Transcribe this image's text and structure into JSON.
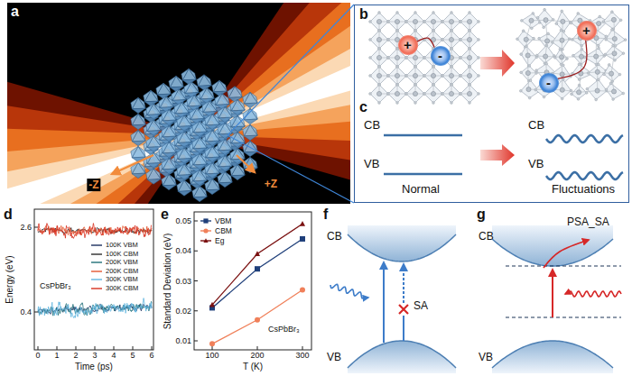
{
  "diagram": {
    "nodes": [
      {
        "text": [
          "b",
          "c",
          "CB",
          "VB",
          "Normal",
          "CB",
          "VB",
          "Fluctuations"
        ]
      },
      {
        "text": [
          "+"
        ],
        "in": 0
      },
      {
        "text": [
          "-"
        ],
        "in": 0
      },
      {
        "text": [
          "+"
        ],
        "in": 0
      },
      {
        "text": [
          "-"
        ],
        "in": 0
      }
    ],
    "edges": [
      {
        "from": 1,
        "to": 2,
        "arrow": "none"
      },
      {
        "from": 3,
        "to": 4,
        "arrow": "none"
      }
    ],
    "labels": [
      "a",
      "+Z",
      "-Z",
      "d",
      "Energy (eV)",
      "2.6",
      "0.4",
      "0",
      "1",
      "2",
      "3",
      "4",
      "5",
      "6",
      "Time (ps)",
      "CsPbBr₃",
      "e",
      "Standard Deviation (eV)",
      "0.01",
      "0.02",
      "0.03",
      "0.04",
      "0.05",
      "100",
      "200",
      "300",
      "T (K)",
      "CsPbBr₃",
      "f",
      "CB",
      "VB",
      "SA",
      "g",
      "CB",
      "VB",
      "PSA_SA"
    ],
    "legend": [
      {
        "text": "100K VBM"
      },
      {
        "text": "100K CBM"
      },
      {
        "text": "200K VBM"
      },
      {
        "text": "200K CBM"
      },
      {
        "text": "300K VBM"
      },
      {
        "text": "300K CBM"
      },
      {
        "text": "VBM"
      },
      {
        "text": "CBM"
      },
      {
        "text": "Eg"
      }
    ]
  }
}
